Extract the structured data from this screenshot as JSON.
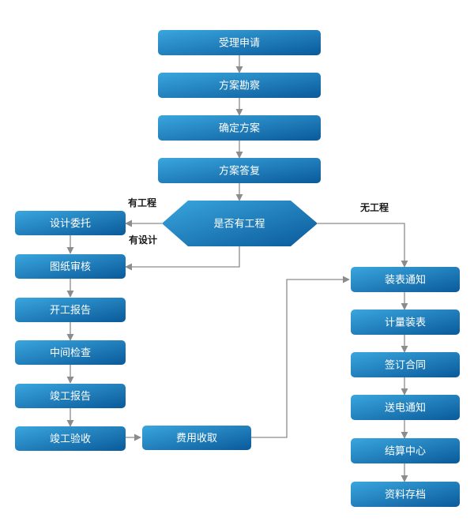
{
  "colors": {
    "node_light": "#3aa6dd",
    "node_dark": "#0a5a9a",
    "edge": "#8c8c8c",
    "background": "#ffffff"
  },
  "nodes": {
    "accept_application": "受理申请",
    "plan_survey": "方案勘察",
    "confirm_plan": "确定方案",
    "plan_reply": "方案答复",
    "has_project_decision": "是否有工程",
    "design_commission": "设计委托",
    "drawing_review": "图纸审核",
    "construction_start_report": "开工报告",
    "midterm_inspection": "中间检查",
    "completion_report": "竣工报告",
    "completion_acceptance": "竣工验收",
    "fee_collection": "费用收取",
    "meter_install_notice": "装表通知",
    "meter_install": "计量装表",
    "sign_contract": "签订合同",
    "power_notice": "送电通知",
    "billing_center": "结算中心",
    "archive": "资料存档"
  },
  "edge_labels": {
    "has_project": "有工程",
    "has_design": "有设计",
    "no_project": "无工程"
  }
}
